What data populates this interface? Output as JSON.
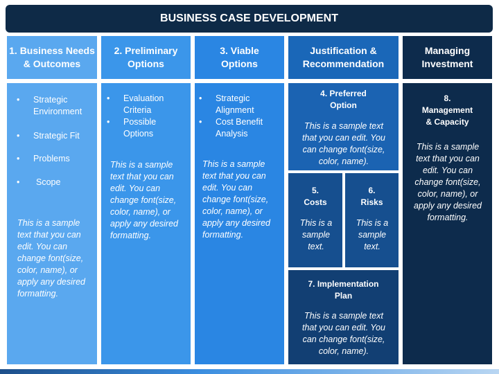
{
  "title": "BUSINESS CASE DEVELOPMENT",
  "headers": [
    "1. Business Needs\n& Outcomes",
    "2. Preliminary\nOptions",
    "3. Viable\nOptions",
    "Justification &\nRecommendation",
    "Managing\nInvestment"
  ],
  "col1": {
    "bullets": [
      "Strategic Environment",
      "Strategic Fit",
      "Problems",
      "Scope"
    ],
    "sample": "This is a sample text that you can edit. You can change font(size, color, name), or apply any desired formatting."
  },
  "col2": {
    "bullets": [
      "Evaluation Criteria",
      "Possible Options"
    ],
    "sample": "This is a sample text that you can edit. You can change font(size, color, name), or apply any desired formatting."
  },
  "col3": {
    "bullets": [
      "Strategic Alignment",
      "Cost Benefit Analysis"
    ],
    "sample": "This is a sample text that you can edit. You can change font(size, color, name), or apply any desired formatting."
  },
  "col4": {
    "preferred_title": "4. Preferred\nOption",
    "preferred_text": "This is a sample text that you can edit. You can change font(size, color, name).",
    "costs_title": "5.\nCosts",
    "costs_text": "This is a sample text.",
    "risks_title": "6.\nRisks",
    "risks_text": "This is a sample text.",
    "impl_title": "7. Implementation\nPlan",
    "impl_text": "This is a sample text that you can edit. You can change font(size, color, name)."
  },
  "col5": {
    "title": "8.\nManagement\n& Capacity",
    "text": "This is a sample text that you can edit. You can change font(size, color, name), or apply any desired formatting."
  },
  "colors": {
    "title_bg": "#0e2a47",
    "col1": "#5aa8ef",
    "col2": "#3b96ea",
    "col3": "#2a86e3",
    "col4_header": "#1a67b8",
    "col4_top": "#1b63b2",
    "col4_mid": "#164f8f",
    "col4_bottom": "#123f73",
    "col5": "#0d2b4c"
  }
}
